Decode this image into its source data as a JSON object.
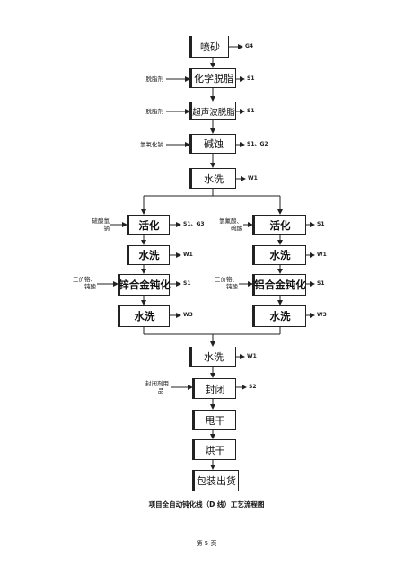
{
  "diagram": {
    "steps": {
      "grit": "喷砂",
      "chem_degrease": "化学脱脂",
      "ultra_degrease": "超声波脱脂",
      "alkali": "碱蚀",
      "wash1": "水洗",
      "activate_l": "活化",
      "wash2_l": "水洗",
      "passivate_l": "锌合金钝化",
      "wash3_l": "水洗",
      "activate_r": "活化",
      "wash2_r": "水洗",
      "passivate_r": "铝合金钝化",
      "wash3_r": "水洗",
      "wash4": "水洗",
      "seal": "封闭",
      "spin": "甩干",
      "dry": "烘干",
      "pack": "包装出货"
    },
    "inputs": {
      "chem_degrease": "脱脂剂",
      "ultra_degrease": "脱脂剂",
      "alkali": "氢氧化钠",
      "activate_l_1": "硫酸氢",
      "activate_l_2": "钠",
      "activate_r_1": "氢氟酸、",
      "activate_r_2": "硫酸",
      "passivate_l_1": "三价铬、",
      "passivate_l_2": "钝酸",
      "passivate_r_1": "三价铬、",
      "passivate_r_2": "钝酸",
      "seal_1": "封闭剂用",
      "seal_2": "品"
    },
    "emissions": {
      "grit": "G4",
      "chem_degrease": "S1",
      "ultra_degrease": "S1",
      "alkali": "S1、G2",
      "wash1": "W1",
      "activate_l": "S1、G3",
      "wash2_l": "W1",
      "passivate_l": "S1",
      "wash3_l": "W3",
      "activate_r": "S1",
      "wash2_r": "W1",
      "passivate_r": "S1",
      "wash3_r": "W3",
      "wash4": "W1",
      "seal": "S2"
    }
  },
  "caption": "项目全自动钝化线（D 线）工艺流程图",
  "page_number": "第 5 页"
}
